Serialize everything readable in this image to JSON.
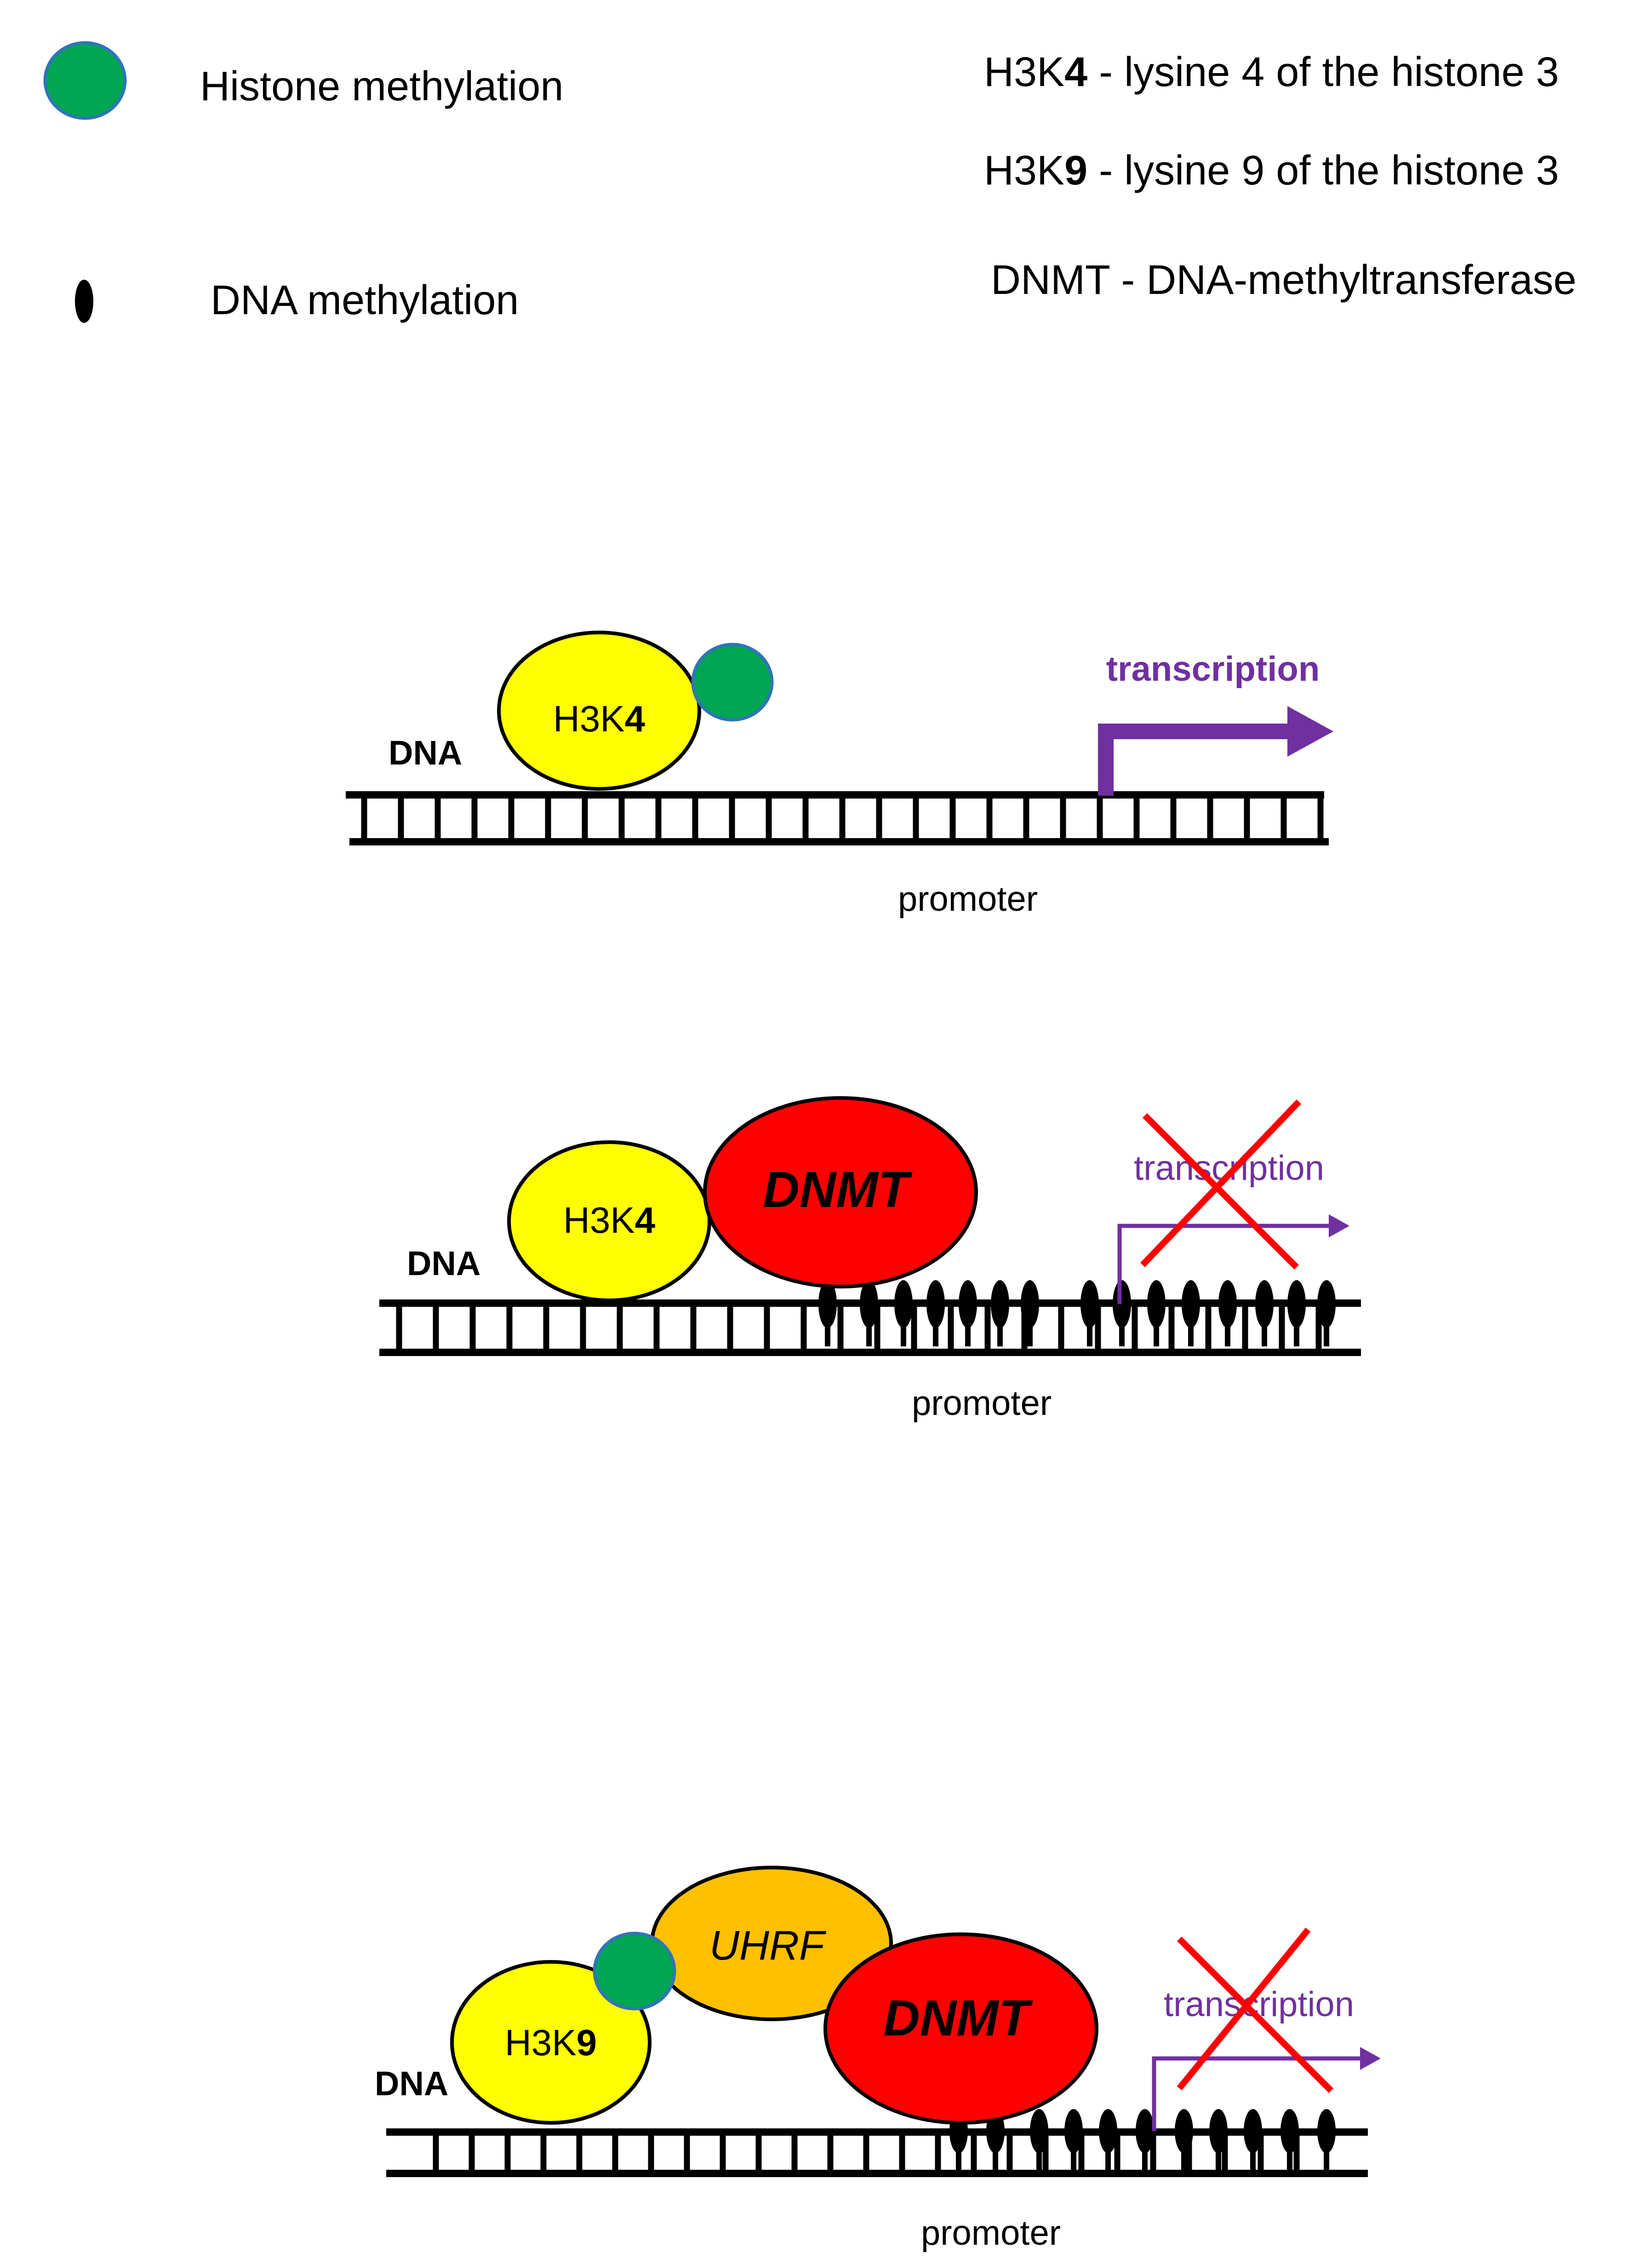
{
  "legend": {
    "histone_methylation": "Histone methylation",
    "dna_methylation": "DNA methylation",
    "h3k4_def": {
      "prefix": "H3K",
      "num": "4",
      "rest": " - lysine 4 of the histone 3"
    },
    "h3k9_def": {
      "prefix": "H3K",
      "num": "9",
      "rest": " - lysine 9 of the histone 3"
    },
    "dnmt_def": "DNMT - DNA-methyltransferase"
  },
  "panels": [
    {
      "dna_label": "DNA",
      "histone": {
        "prefix": "H3K",
        "num": "4"
      },
      "transcription": "transcription",
      "promoter": "promoter"
    },
    {
      "dna_label": "DNA",
      "histone": {
        "prefix": "H3K",
        "num": "4"
      },
      "enzyme": "DNMT",
      "transcription": "transcription",
      "promoter": "promoter"
    },
    {
      "dna_label": "DNA",
      "histone": {
        "prefix": "H3K",
        "num": "9"
      },
      "adapter": "UHRF",
      "enzyme": "DNMT",
      "transcription": "transcription",
      "promoter": "promoter"
    }
  ],
  "colors": {
    "histone_mark": "#00a651",
    "histone_mark_stroke": "#2e75b6",
    "histone": "#ffff00",
    "dnmt": "#ff0000",
    "uhrf": "#ffc000",
    "transcription": "#7030a0",
    "block_cross": "#ff0000",
    "dna": "#000000"
  }
}
